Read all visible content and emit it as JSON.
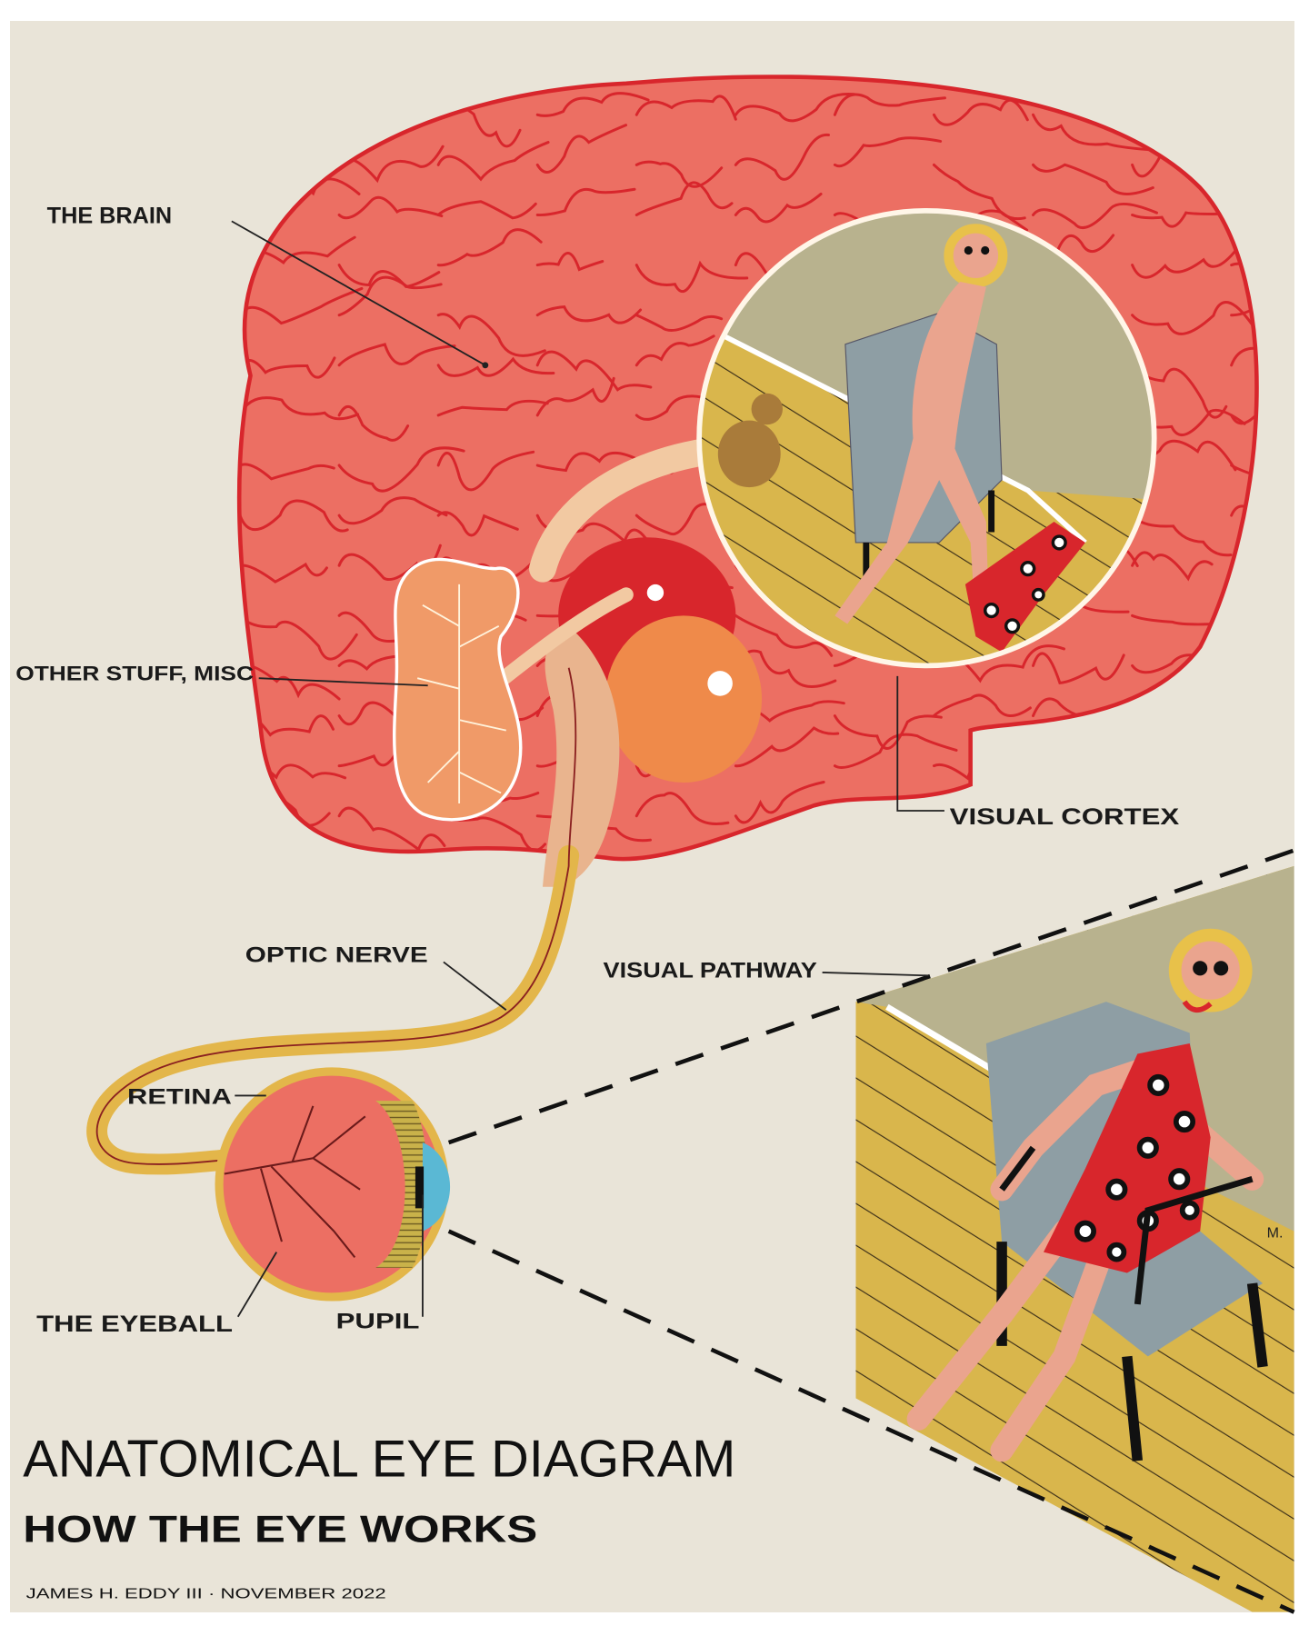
{
  "labels": {
    "brain": "THE BRAIN",
    "other_stuff": "OTHER STUFF, MISC",
    "visual_cortex": "VISUAL CORTEX",
    "optic_nerve": "OPTIC NERVE",
    "visual_pathway": "VISUAL PATHWAY",
    "retina": "RETINA",
    "eyeball": "THE EYEBALL",
    "pupil": "PUPIL"
  },
  "title": "ANATOMICAL EYE DIAGRAM",
  "subtitle": "HOW THE EYE WORKS",
  "signature": "JAMES H. EDDY III · NOVEMBER 2022",
  "monogram": "M.",
  "colors": {
    "paper": "#e9e4d8",
    "brain": "#ec6f63",
    "gyrus": "#d8262c",
    "nerve": "#e3b64a",
    "wall": "#b8b28e",
    "floor": "#d9b64c",
    "chair": "#8e9ea4",
    "skin": "#eaa48e",
    "dress": "#d8262c",
    "cornea": "#5ab8d4"
  }
}
